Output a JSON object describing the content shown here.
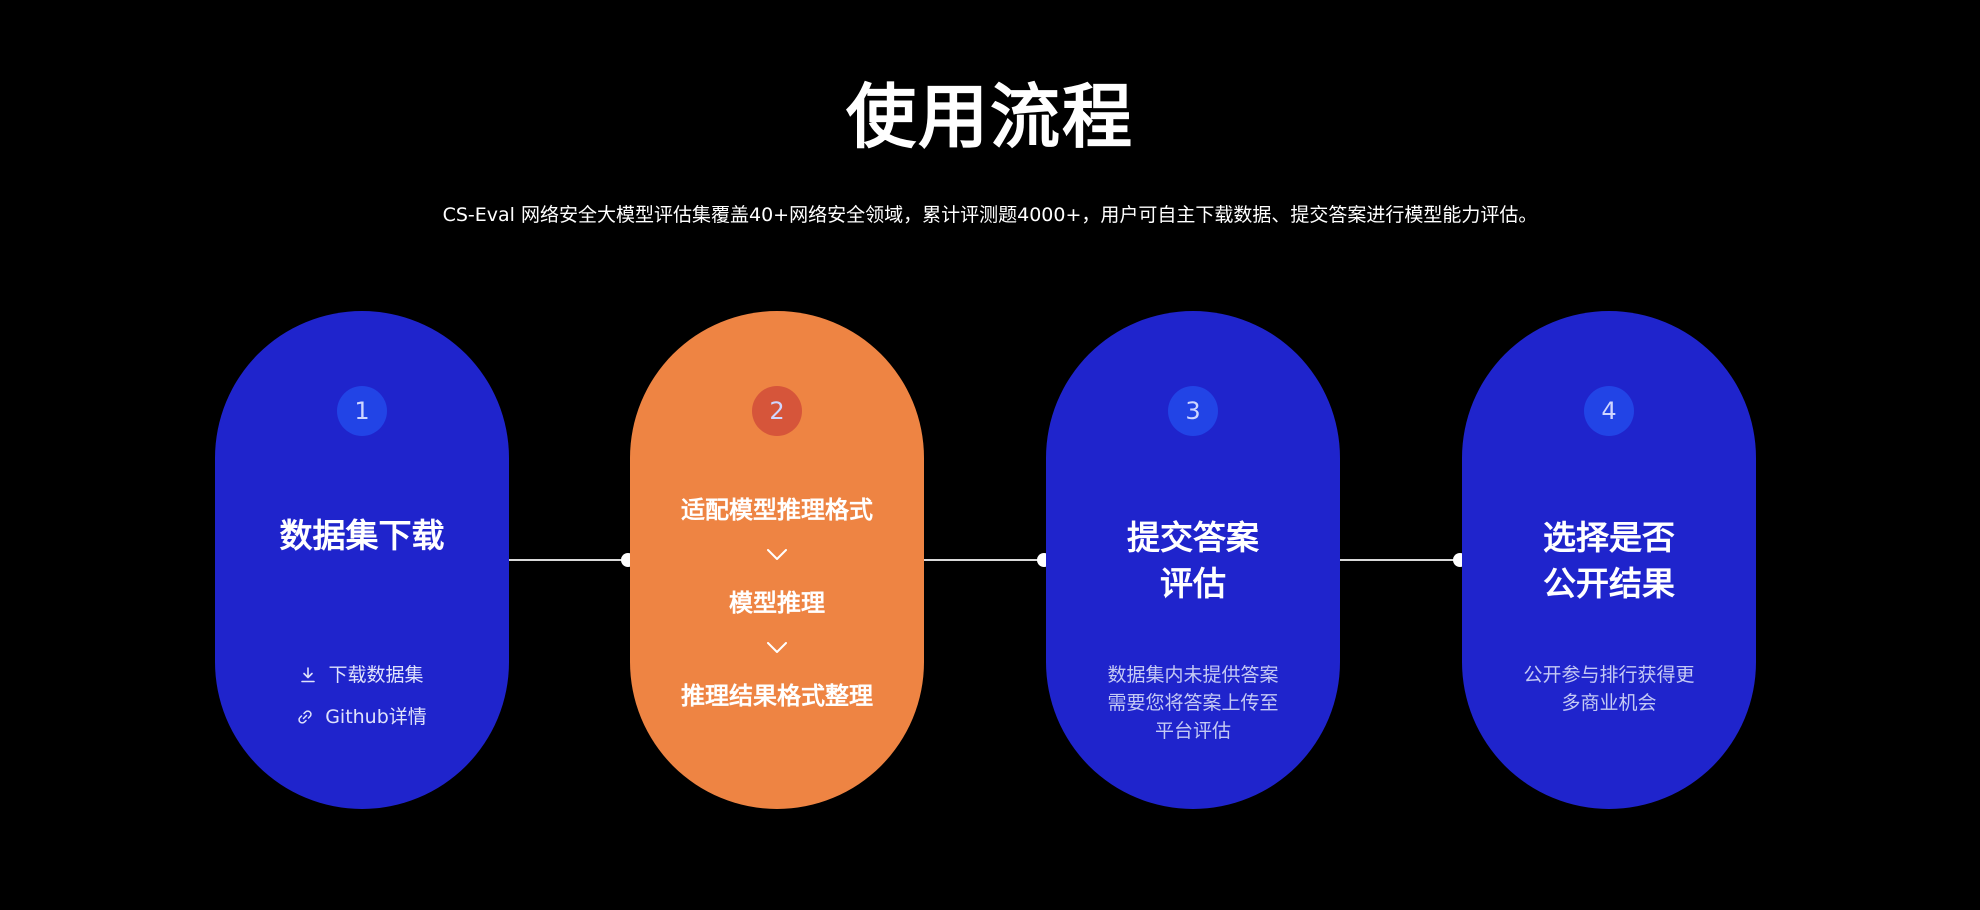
{
  "header": {
    "title": "使用流程",
    "subtitle": "CS-Eval 网络安全大模型评估集覆盖40+网络安全领域，累计评测题4000+，用户可自主下载数据、提交答案进行模型能力评估。"
  },
  "steps": [
    {
      "number": "1",
      "title": "数据集下载",
      "links": [
        {
          "label": "下载数据集",
          "icon": "download-icon"
        },
        {
          "label": "Github详情",
          "icon": "link-icon"
        }
      ]
    },
    {
      "number": "2",
      "substeps": [
        "适配模型推理格式",
        "模型推理",
        "推理结果格式整理"
      ]
    },
    {
      "number": "3",
      "title_lines": [
        "提交答案",
        "评估"
      ],
      "desc_lines": [
        "数据集内未提供答案",
        "需要您将答案上传至",
        "平台评估"
      ]
    },
    {
      "number": "4",
      "title_lines": [
        "选择是否",
        "公开结果"
      ],
      "desc_lines": [
        "公开参与排行获得更",
        "多商业机会"
      ]
    }
  ],
  "colors": {
    "background": "#000000",
    "card_blue": "#1f24cc",
    "card_orange": "#ee8443",
    "number_blue": "#2244e6",
    "number_orange": "#d6553a",
    "connector": "#d9d9d9"
  }
}
